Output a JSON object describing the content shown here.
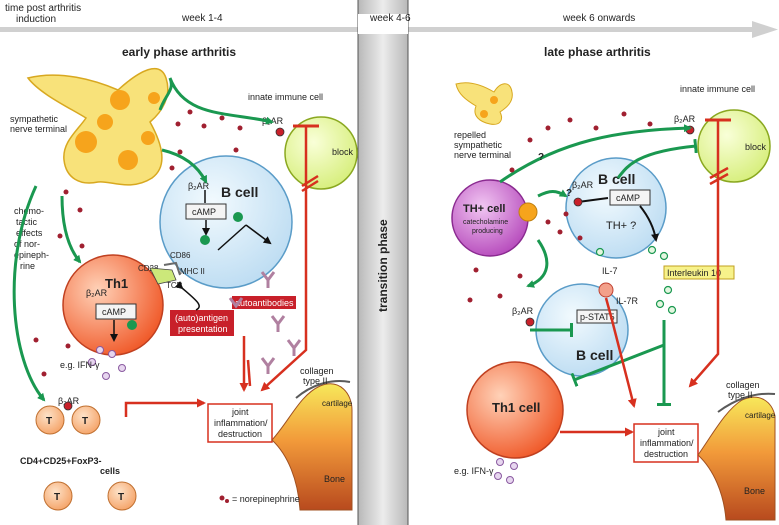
{
  "timeline": {
    "axis_label_line1": "time post arthritis",
    "axis_label_line2": "induction",
    "period_early": "week 1-4",
    "period_transition": "week 4-6",
    "period_late": "week 6 onwards"
  },
  "transition": {
    "label": "transition phase"
  },
  "early": {
    "title": "early phase arthritis",
    "nerve_label_line1": "sympathetic",
    "nerve_label_line2": "nerve terminal",
    "innate_label": "innate immune cell",
    "beta_ar": "β₂AR",
    "block": "block",
    "bcell": "B cell",
    "camp": "cAMP",
    "chemotactic": [
      "chemo-",
      "tactic",
      "effects",
      "of nor-",
      "epineph-",
      "rine"
    ],
    "th1": "Th1",
    "cd86": "CD86",
    "cd28": "CD28",
    "mhc": "MHC II",
    "tcr": "TCR",
    "autoantibodies": "autoantibodies",
    "antigen_line1": "(auto)antigen",
    "antigen_line2": "presentation",
    "ifn": "e.g. IFN-γ",
    "joint_line1": "joint",
    "joint_line2": "inflammation/",
    "joint_line3": "destruction",
    "collagen_line1": "collagen",
    "collagen_line2": "type II",
    "cartilage": "cartilage",
    "bone": "Bone",
    "t": "T",
    "treg_line1": "CD4+CD25+FoxP3-",
    "treg_line2": "cells",
    "legend": "= norepinephrine"
  },
  "late": {
    "title": "late phase arthritis",
    "nerve_label_line1": "repelled",
    "nerve_label_line2": "sympathetic",
    "nerve_label_line3": "nerve terminal",
    "innate_label": "innate immune cell",
    "beta_ar": "β₂AR",
    "block": "block",
    "q": "?",
    "th_line1": "TH+ cell",
    "th_line2": "catecholamine",
    "th_line3": "producing",
    "bcell": "B cell",
    "camp": "cAMP",
    "th_q": "TH+ ?",
    "il10": "Interleukin 10",
    "il7": "IL-7",
    "il7r": "IL-7R",
    "pstat": "p-STAT5",
    "bcell2": "B cell",
    "th1cell": "Th1 cell",
    "ifn": "e.g. IFN-γ",
    "joint_line1": "joint",
    "joint_line2": "inflammation/",
    "joint_line3": "destruction",
    "collagen_line1": "collagen",
    "collagen_line2": "type II",
    "cartilage": "cartilage",
    "bone": "Bone"
  },
  "colors": {
    "green_arrow": "#1a9850",
    "red_arrow": "#d7301f",
    "bcell_fill": "#cfe8f7",
    "th1_fill": "#f26b3a",
    "innate_fill": "#e6f5a0",
    "th_cell_fill": "#c35ac8",
    "nerve_fill": "#f8e27a",
    "tcell_fill": "#f7b27a",
    "badge_red": "#c8202a",
    "transition_gray": "#cfcfcf"
  }
}
